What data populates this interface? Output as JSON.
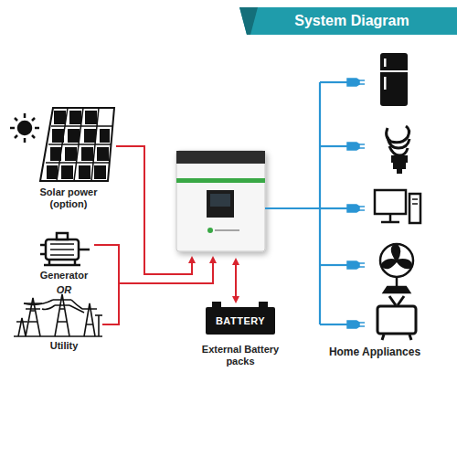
{
  "diagram": {
    "title": "System Diagram",
    "nodes": [
      {
        "text": [
          "BATTERY",
          "External Battery packs"
        ]
      }
    ],
    "labels": [
      "Solar power (option)",
      "Generator",
      "OR",
      "Utility",
      "Home Appliances"
    ]
  }
}
